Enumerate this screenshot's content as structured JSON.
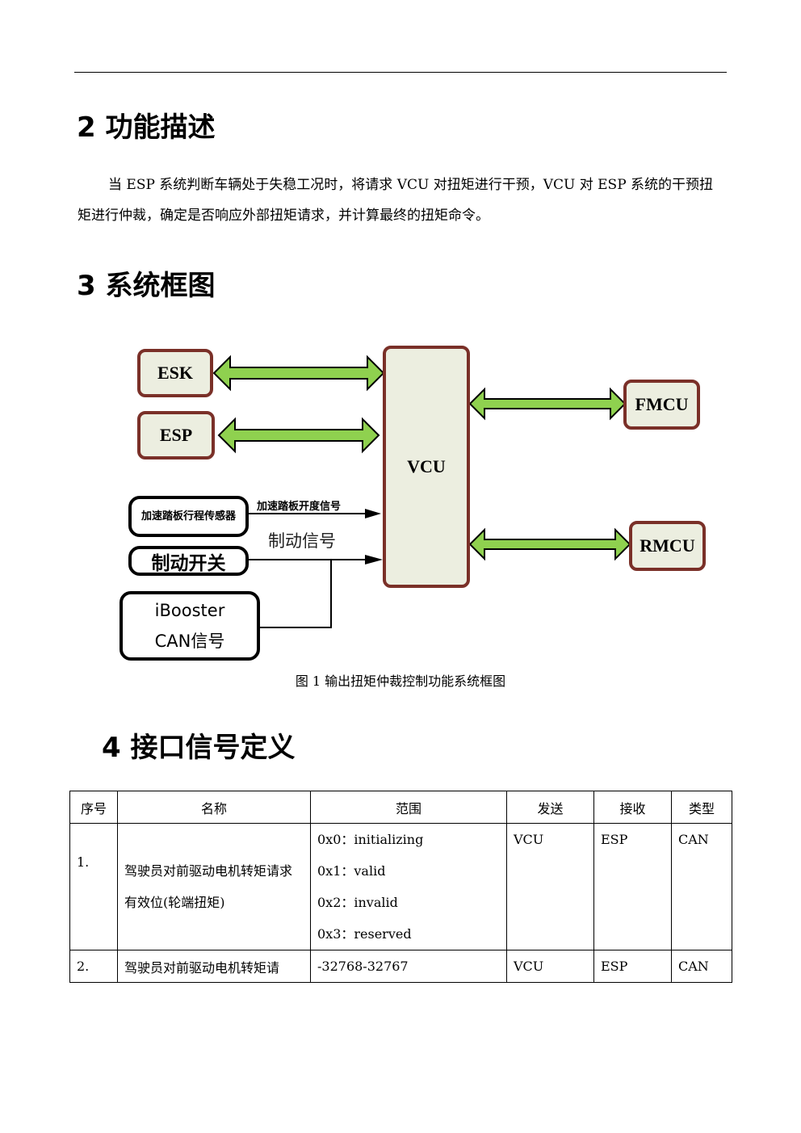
{
  "section2": {
    "title": "2 功能描述",
    "para": "当 ESP 系统判断车辆处于失稳工况时，将请求 VCU 对扭矩进行干预，VCU 对 ESP 系统的干预扭矩进行仲裁，确定是否响应外部扭矩请求，并计算最终的扭矩命令。"
  },
  "section3": {
    "title": "3 系统框图"
  },
  "diagram": {
    "esk": "ESK",
    "esp": "ESP",
    "vcu": "VCU",
    "fmcu": "FMCU",
    "rmcu": "RMCU",
    "pedal_sensor": "加速踏板行程传感器",
    "pedal_signal": "加速踏板开度信号",
    "brake_signal": "制动信号",
    "brake_switch": "制动开关",
    "ibooster_line1": "iBooster",
    "ibooster_line2": "CAN信号",
    "caption": "图 1  输出扭矩仲裁控制功能系统框图"
  },
  "section4": {
    "title": "4 接口信号定义"
  },
  "table": {
    "headers": [
      "序号",
      "名称",
      "范围",
      "发送",
      "接收",
      "类型"
    ],
    "rows": [
      {
        "no": "1.",
        "name": "驾驶员对前驱动电机转矩请求有效位(轮端扭矩)",
        "range": [
          "0x0：initializing",
          "0x1：valid",
          "0x2：invalid",
          "0x3：reserved"
        ],
        "tx": "VCU",
        "rx": "ESP",
        "type": "CAN"
      },
      {
        "no": "2.",
        "name": "驾驶员对前驱动电机转矩请",
        "range": [
          "-32768-32767"
        ],
        "tx": "VCU",
        "rx": "ESP",
        "type": "CAN"
      }
    ]
  }
}
